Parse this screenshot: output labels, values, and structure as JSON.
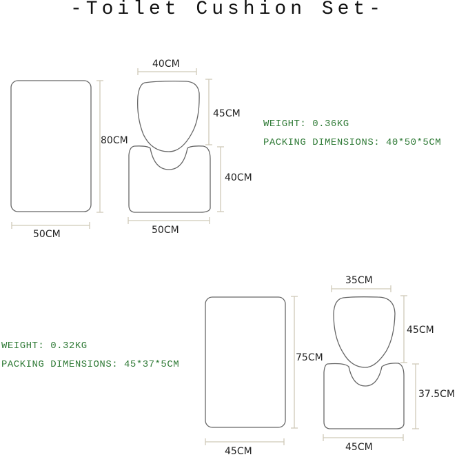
{
  "title": "-Toilet Cushion Set-",
  "colors": {
    "outline": "#666666",
    "dimension_line": "#cfc9b8",
    "spec_text": "#2f7a36"
  },
  "set_large": {
    "bath_mat": {
      "width": "50CM",
      "height": "80CM"
    },
    "lid_cover": {
      "width": "40CM",
      "height": "45CM"
    },
    "contour_mat": {
      "width": "50CM",
      "height": "40CM"
    },
    "weight": "WEIGHT: 0.36KG",
    "packing": "PACKING DIMENSIONS: 40*50*5CM"
  },
  "set_small": {
    "bath_mat": {
      "width": "45CM",
      "height": "75CM"
    },
    "lid_cover": {
      "width": "35CM",
      "height": "45CM"
    },
    "contour_mat": {
      "width": "45CM",
      "height": "37.5CM"
    },
    "weight": "WEIGHT: 0.32KG",
    "packing": "PACKING DIMENSIONS: 45*37*5CM"
  }
}
